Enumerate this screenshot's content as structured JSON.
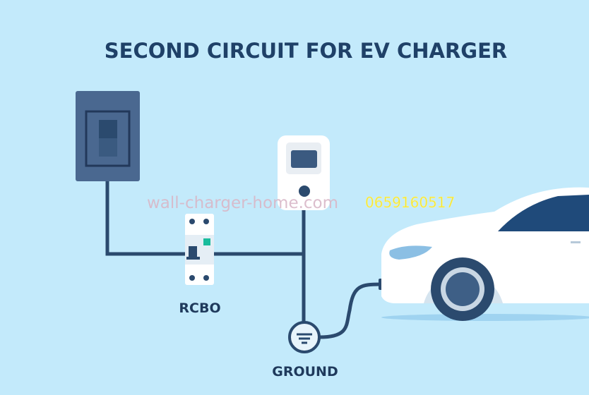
{
  "title": "SECOND CIRCUIT FOR EV CHARGER",
  "labels": {
    "rcbo": "RCBO",
    "ground": "GROUND"
  },
  "watermark": {
    "site": "wall-charger-home.com",
    "phone": "0659160517"
  },
  "colors": {
    "background": "#c3eafb",
    "dark": "#2b4a6e",
    "panel": "#4a6890",
    "indicator": "#1abc9c"
  }
}
